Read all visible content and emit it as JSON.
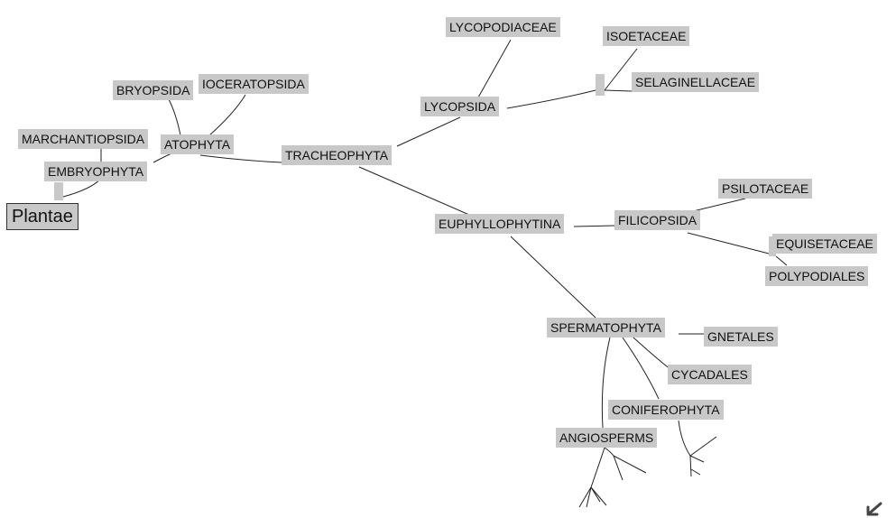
{
  "diagram": {
    "root": "Plantae",
    "nodes": {
      "embryophyta": "EMBRYOPHYTA",
      "marchantiopsida": "MARCHANTIOPSIDA",
      "bryopsida": "BRYOPSIDA",
      "anthocerotopsida": "IOCERATOPSIDA",
      "tracheophyta_partial": "ATOPHYTA",
      "tracheophyta": "TRACHEOPHYTA",
      "lycopsida": "LYCOPSIDA",
      "lycopodiaceae": "LYCOPODIACEAE",
      "isoetaceae": "ISOETACEAE",
      "selaginellaceae": "SELAGINELLACEAE",
      "euphyllophytina": "EUPHYLLOPHYTINA",
      "filicopsida": "FILICOPSIDA",
      "psilotaceae": "PSILOTACEAE",
      "equisetaceae": "EQUISETACEAE",
      "polypodiales": "POLYPODIALES",
      "spermatophyta": "SPERMATOPHYTA",
      "gnetales": "GNETALES",
      "cycadales": "CYCADALES",
      "coniferophyta": "CONIFEROPHYTA",
      "angiosperms": "ANGIOSPERMS"
    },
    "edge_color": "#222222",
    "node_color": "#c8c8c8"
  },
  "icons": {
    "corner": "pointer-arrow-icon"
  }
}
